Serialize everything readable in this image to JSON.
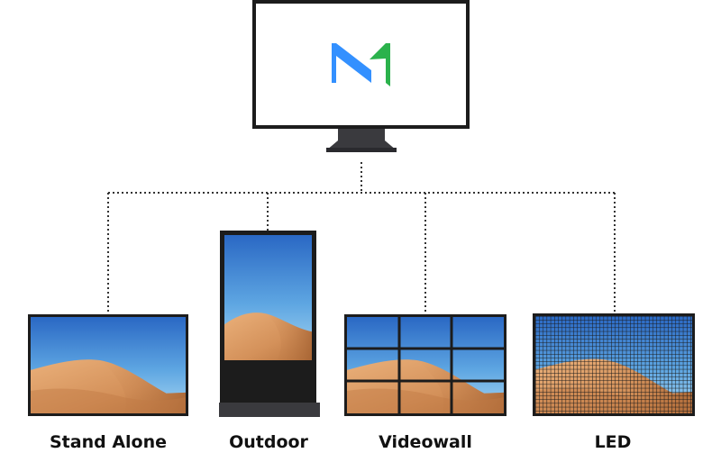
{
  "labels": {
    "stand_alone": "Stand Alone",
    "outdoor": "Outdoor",
    "videowall": "Videowall",
    "led": "LED"
  },
  "logo": {
    "icon": "m-logo-icon",
    "colors": {
      "blue": "#3390ff",
      "green": "#2bb24c"
    }
  },
  "colors": {
    "frame": "#1c1c1c",
    "stand": "#3a3a3e",
    "connector": "#333333",
    "sky_top": "#2a68c4",
    "sky_bottom": "#9fd2f0",
    "sand_light": "#e6a871",
    "sand_dark": "#b36f3e"
  }
}
